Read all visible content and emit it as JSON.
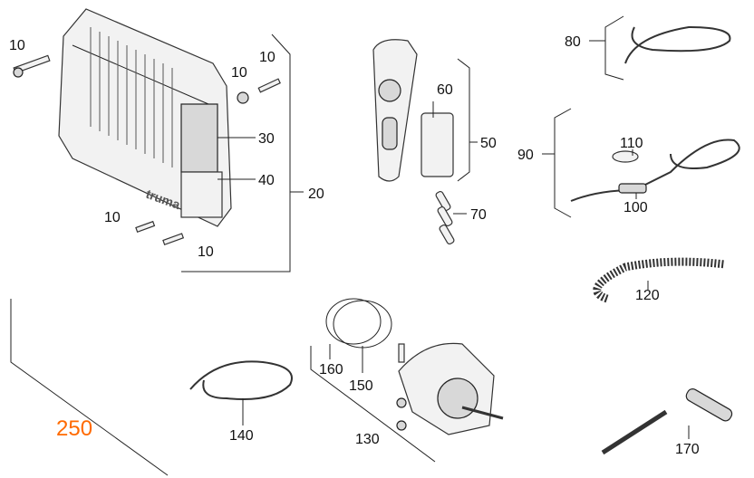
{
  "labels": {
    "p10a": "10",
    "p10b": "10",
    "p10c": "10",
    "p10d": "10",
    "p10e": "10",
    "p20": "20",
    "p30": "30",
    "p40": "40",
    "p50": "50",
    "p60": "60",
    "p70": "70",
    "p80": "80",
    "p90": "90",
    "p100": "100",
    "p110": "110",
    "p120": "120",
    "p130": "130",
    "p140": "140",
    "p150": "150",
    "p160": "160",
    "p170": "170",
    "p250": "250"
  },
  "logo_text": "truma",
  "colors": {
    "highlight_label": "#ff6a00",
    "lines": "#222222"
  }
}
